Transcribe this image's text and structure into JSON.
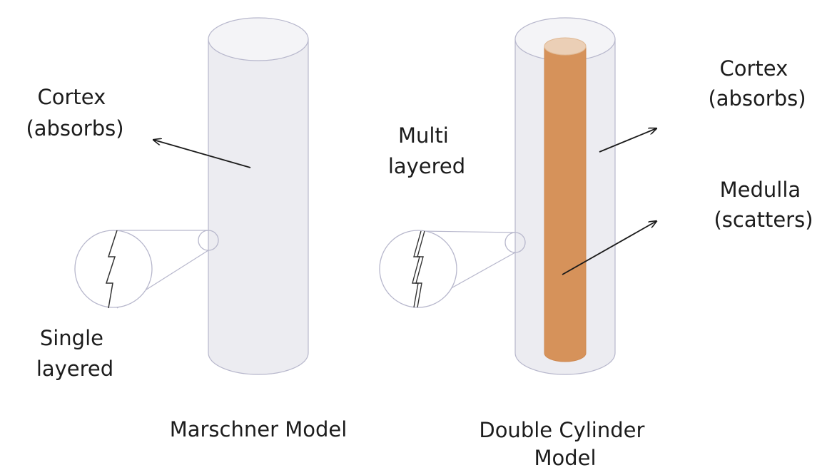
{
  "left_model": {
    "cortex_label_line1": "Cortex",
    "cortex_label_line2": "(absorbs)",
    "layer_label_line1": "Single",
    "layer_label_line2": "layered",
    "caption": "Marschner Model"
  },
  "right_model": {
    "layer_label_line1": "Multi",
    "layer_label_line2": "layered",
    "cortex_label_line1": "Cortex",
    "cortex_label_line2": "(absorbs)",
    "medulla_label_line1": "Medulla",
    "medulla_label_line2": "(scatters)",
    "caption_line1": "Double Cylinder",
    "caption_line2": "Model"
  },
  "colors": {
    "cortex_fill": "#ececf1",
    "cortex_top": "#f4f4f7",
    "cortex_stroke": "#b7b7cc",
    "medulla_fill": "#d6925a",
    "medulla_top": "#ebcfb6",
    "arrow": "#1a1a1a",
    "text": "#1c1c1c"
  }
}
